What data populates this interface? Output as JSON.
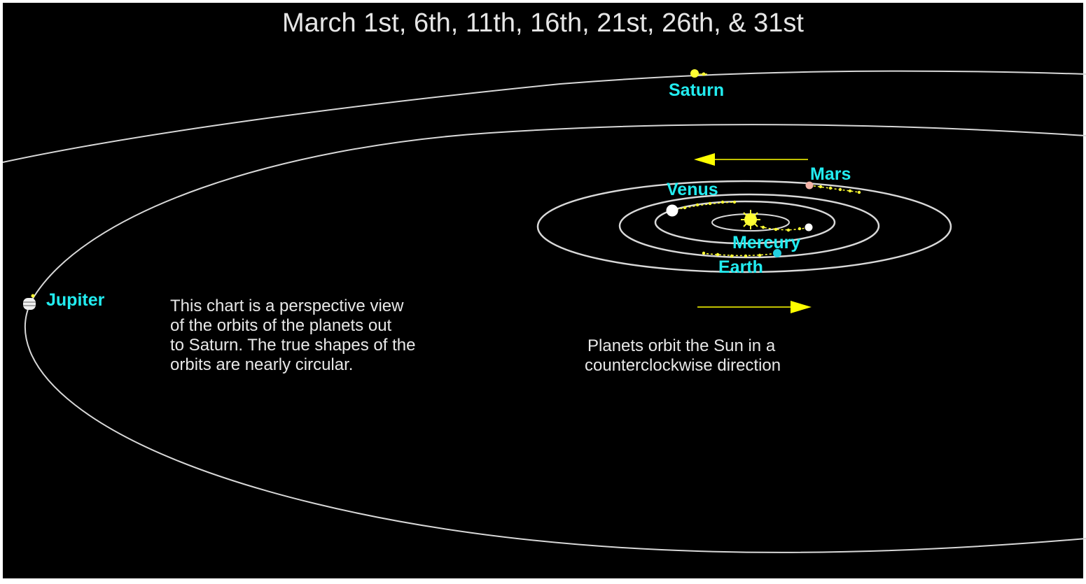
{
  "title": "March 1st, 6th, 11th, 16th, 21st, 26th, & 31st",
  "planets": {
    "saturn": "Saturn",
    "mars": "Mars",
    "venus": "Venus",
    "mercury": "Mercury",
    "earth": "Earth",
    "jupiter": "Jupiter"
  },
  "notes": {
    "perspective": [
      "This chart is a perspective view",
      "of the orbits of the planets out",
      "to Saturn.  The true shapes of the",
      "orbits are nearly circular."
    ],
    "direction": [
      "Planets orbit the Sun in a",
      "counterclockwise direction"
    ]
  },
  "colors": {
    "background": "#000000",
    "orbit": "#d8d8d8",
    "label": "#22ecf0",
    "arrow": "#ffff00",
    "text": "#e8e8e8",
    "sun": "#ffff33",
    "mars": "#f4b4a8",
    "earth": "#22d0e0"
  }
}
